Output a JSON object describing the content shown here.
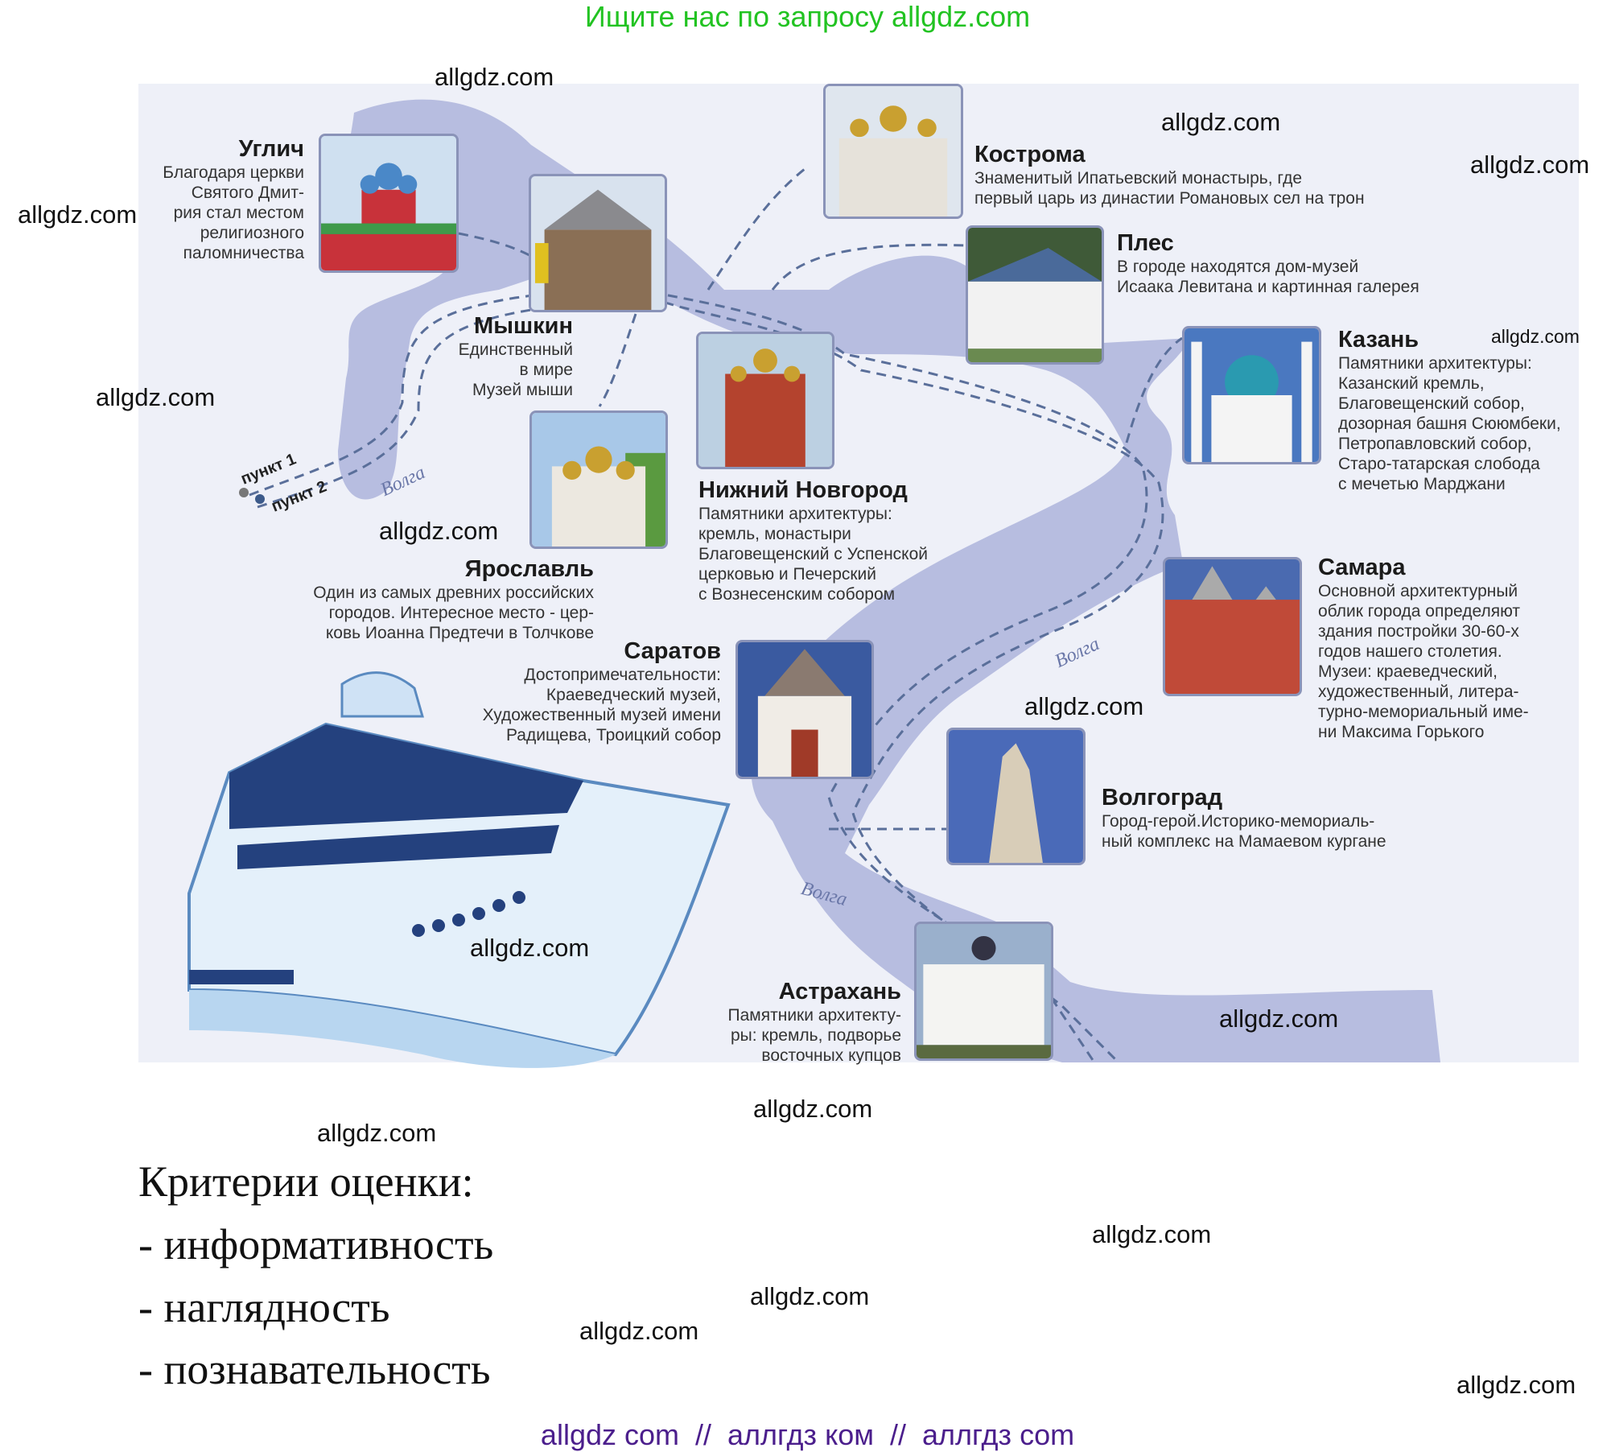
{
  "header": {
    "banner": "Ищите нас по запросу allgdz.com"
  },
  "watermark": "allgdz.com",
  "map": {
    "colors": {
      "land": "#eef0f8",
      "river": "#b7bde0",
      "route": "#5a6f9a"
    },
    "river_label": "Волга",
    "points": [
      "пункт 1",
      "пункт 2"
    ],
    "cities": [
      {
        "name": "Углич",
        "desc": [
          "Благодаря церкви",
          "Святого Дмит-",
          "рия стал местом",
          "религиозного",
          "паломничества"
        ]
      },
      {
        "name": "Мышкин",
        "desc": [
          "Единственный",
          "в мире",
          "Музей мыши"
        ]
      },
      {
        "name": "Кострома",
        "desc": [
          "Знаменитый Ипатьевский монастырь, где",
          "первый царь из династии Романовых сел на трон"
        ]
      },
      {
        "name": "Плес",
        "desc": [
          "В городе находятся дом-музей",
          "Исаака Левитана и картинная галерея"
        ]
      },
      {
        "name": "Казань",
        "desc": [
          "Памятники архитектуры:",
          "Казанский кремль,",
          "Благовещенский собор,",
          "дозорная башня Сююмбеки,",
          "Петропавловский собор,",
          "Старо-татарская слобода",
          "с мечетью Марджани"
        ]
      },
      {
        "name": "Нижний Новгород",
        "desc": [
          "Памятники архитектуры:",
          "кремль, монастыри",
          "Благовещенский с Успенской",
          "церковью и Печерский",
          "с Вознесенским собором"
        ]
      },
      {
        "name": "Ярославль",
        "desc": [
          "Один из самых древних российских",
          "городов. Интересное место - цер-",
          "ковь Иоанна Предтечи в Толчкове"
        ]
      },
      {
        "name": "Самара",
        "desc": [
          "Основной архитектурный",
          "облик города определяют",
          "здания постройки 30-60-х",
          "годов нашего столетия.",
          "Музеи: краеведческий,",
          "художественный, литера-",
          "турно-мемориальный име-",
          "ни Максима Горького"
        ]
      },
      {
        "name": "Саратов",
        "desc": [
          "Достопримечательности:",
          "Краеведческий музей,",
          "Художественный музей имени",
          "Радищева, Троицкий собор"
        ]
      },
      {
        "name": "Волгоград",
        "desc": [
          "Город-герой.Историко-мемориаль-",
          "ный комплекс на Мамаевом кургане"
        ]
      },
      {
        "name": "Астрахань",
        "desc": [
          "Памятники архитекту-",
          "ры: кремль, подворье",
          "восточных купцов"
        ]
      }
    ]
  },
  "criteria": {
    "title": "Критерии оценки:",
    "items": [
      "- информативность",
      "- наглядность",
      "- познавательность"
    ]
  },
  "footer": {
    "banner": "allgdz com  //  аллгдз ком  //  аллгдз com"
  }
}
